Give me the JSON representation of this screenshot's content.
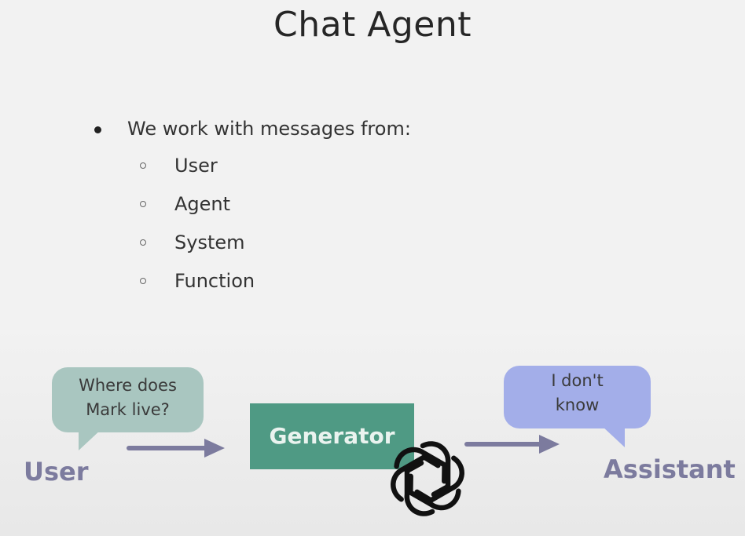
{
  "slide": {
    "title": "Chat Agent",
    "bullet": "We work with messages from:",
    "sub_items": [
      {
        "label": "User"
      },
      {
        "label": "Agent"
      },
      {
        "label": "System"
      },
      {
        "label": "Function"
      }
    ]
  },
  "diagram": {
    "user_bubble": {
      "line1": "Where does",
      "line2": "Mark live?"
    },
    "user_label": "User",
    "generator_label": "Generator",
    "assistant_bubble": {
      "line1": "I don't",
      "line2": "know"
    },
    "assistant_label": "Assistant",
    "logo_icon": "openai-logo-icon",
    "colors": {
      "user_bubble": "#a9c6c0",
      "assistant_bubble": "#a3aee9",
      "generator": "#4f9a84",
      "arrow": "#7c7b9e",
      "role_label": "#7c7b9e"
    }
  }
}
